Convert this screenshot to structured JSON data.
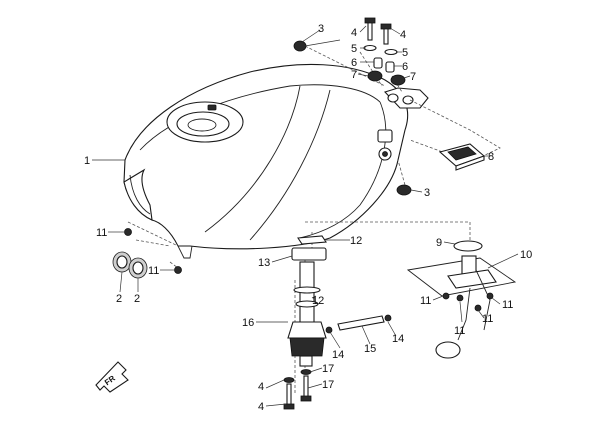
{
  "callouts": [
    {
      "id": "c1",
      "label": "1"
    },
    {
      "id": "c2a",
      "label": "2"
    },
    {
      "id": "c2b",
      "label": "2"
    },
    {
      "id": "c3a",
      "label": "3"
    },
    {
      "id": "c3b",
      "label": "3"
    },
    {
      "id": "c4a",
      "label": "4"
    },
    {
      "id": "c4b",
      "label": "4"
    },
    {
      "id": "c4c",
      "label": "4"
    },
    {
      "id": "c4d",
      "label": "4"
    },
    {
      "id": "c5a",
      "label": "5"
    },
    {
      "id": "c5b",
      "label": "5"
    },
    {
      "id": "c6a",
      "label": "6"
    },
    {
      "id": "c6b",
      "label": "6"
    },
    {
      "id": "c7a",
      "label": "7"
    },
    {
      "id": "c7b",
      "label": "7"
    },
    {
      "id": "c8",
      "label": "8"
    },
    {
      "id": "c9",
      "label": "9"
    },
    {
      "id": "c10",
      "label": "10"
    },
    {
      "id": "c11a",
      "label": "11"
    },
    {
      "id": "c11b",
      "label": "11"
    },
    {
      "id": "c11c",
      "label": "11"
    },
    {
      "id": "c11d",
      "label": "11"
    },
    {
      "id": "c11e",
      "label": "11"
    },
    {
      "id": "c11f",
      "label": "11"
    },
    {
      "id": "c12a",
      "label": "12"
    },
    {
      "id": "c12b",
      "label": "12"
    },
    {
      "id": "c13",
      "label": "13"
    },
    {
      "id": "c14a",
      "label": "14"
    },
    {
      "id": "c14b",
      "label": "14"
    },
    {
      "id": "c15",
      "label": "15"
    },
    {
      "id": "c16",
      "label": "16"
    },
    {
      "id": "c17a",
      "label": "17"
    },
    {
      "id": "c17b",
      "label": "17"
    }
  ],
  "front_arrow": {
    "label": "FR",
    "icon": "front-direction-arrow-icon"
  }
}
